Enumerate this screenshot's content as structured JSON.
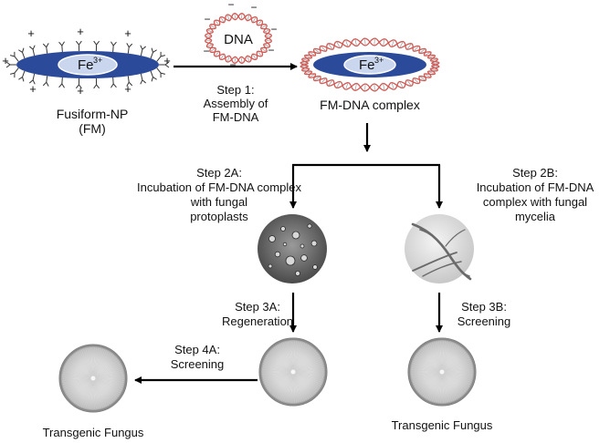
{
  "nanoparticle": {
    "core_label": "Fe",
    "core_superscript": "3+",
    "plus_sign": "+",
    "name_line1": "Fusiform-NP",
    "name_line2": "(FM)"
  },
  "dna_plasmid": {
    "label": "DNA",
    "minus_sign": "−"
  },
  "complex": {
    "core_label": "Fe",
    "core_superscript": "3+",
    "name": "FM-DNA complex"
  },
  "step1": {
    "line1": "Step 1:",
    "line2": "Assembly of",
    "line3": "FM-DNA"
  },
  "step2a": {
    "line1": "Step 2A:",
    "line2": "Incubation of FM-DNA complex",
    "line3": "with fungal",
    "line4": "protoplasts"
  },
  "step2b": {
    "line1": "Step 2B:",
    "line2": "Incubation of FM-DNA",
    "line3": "complex with fungal",
    "line4": "mycelia"
  },
  "step3a": {
    "line1": "Step 3A:",
    "line2": "Regeneration"
  },
  "step3b": {
    "line1": "Step 3B:",
    "line2": "Screening"
  },
  "step4a": {
    "line1": "Step 4A:",
    "line2": "Screening"
  },
  "results": {
    "left_label": "Transgenic Fungus",
    "right_label": "Transgenic Fungus"
  },
  "colors": {
    "core_blue": "#2c4a9a",
    "dna_red": "#d05a55",
    "arrow": "#000000"
  }
}
